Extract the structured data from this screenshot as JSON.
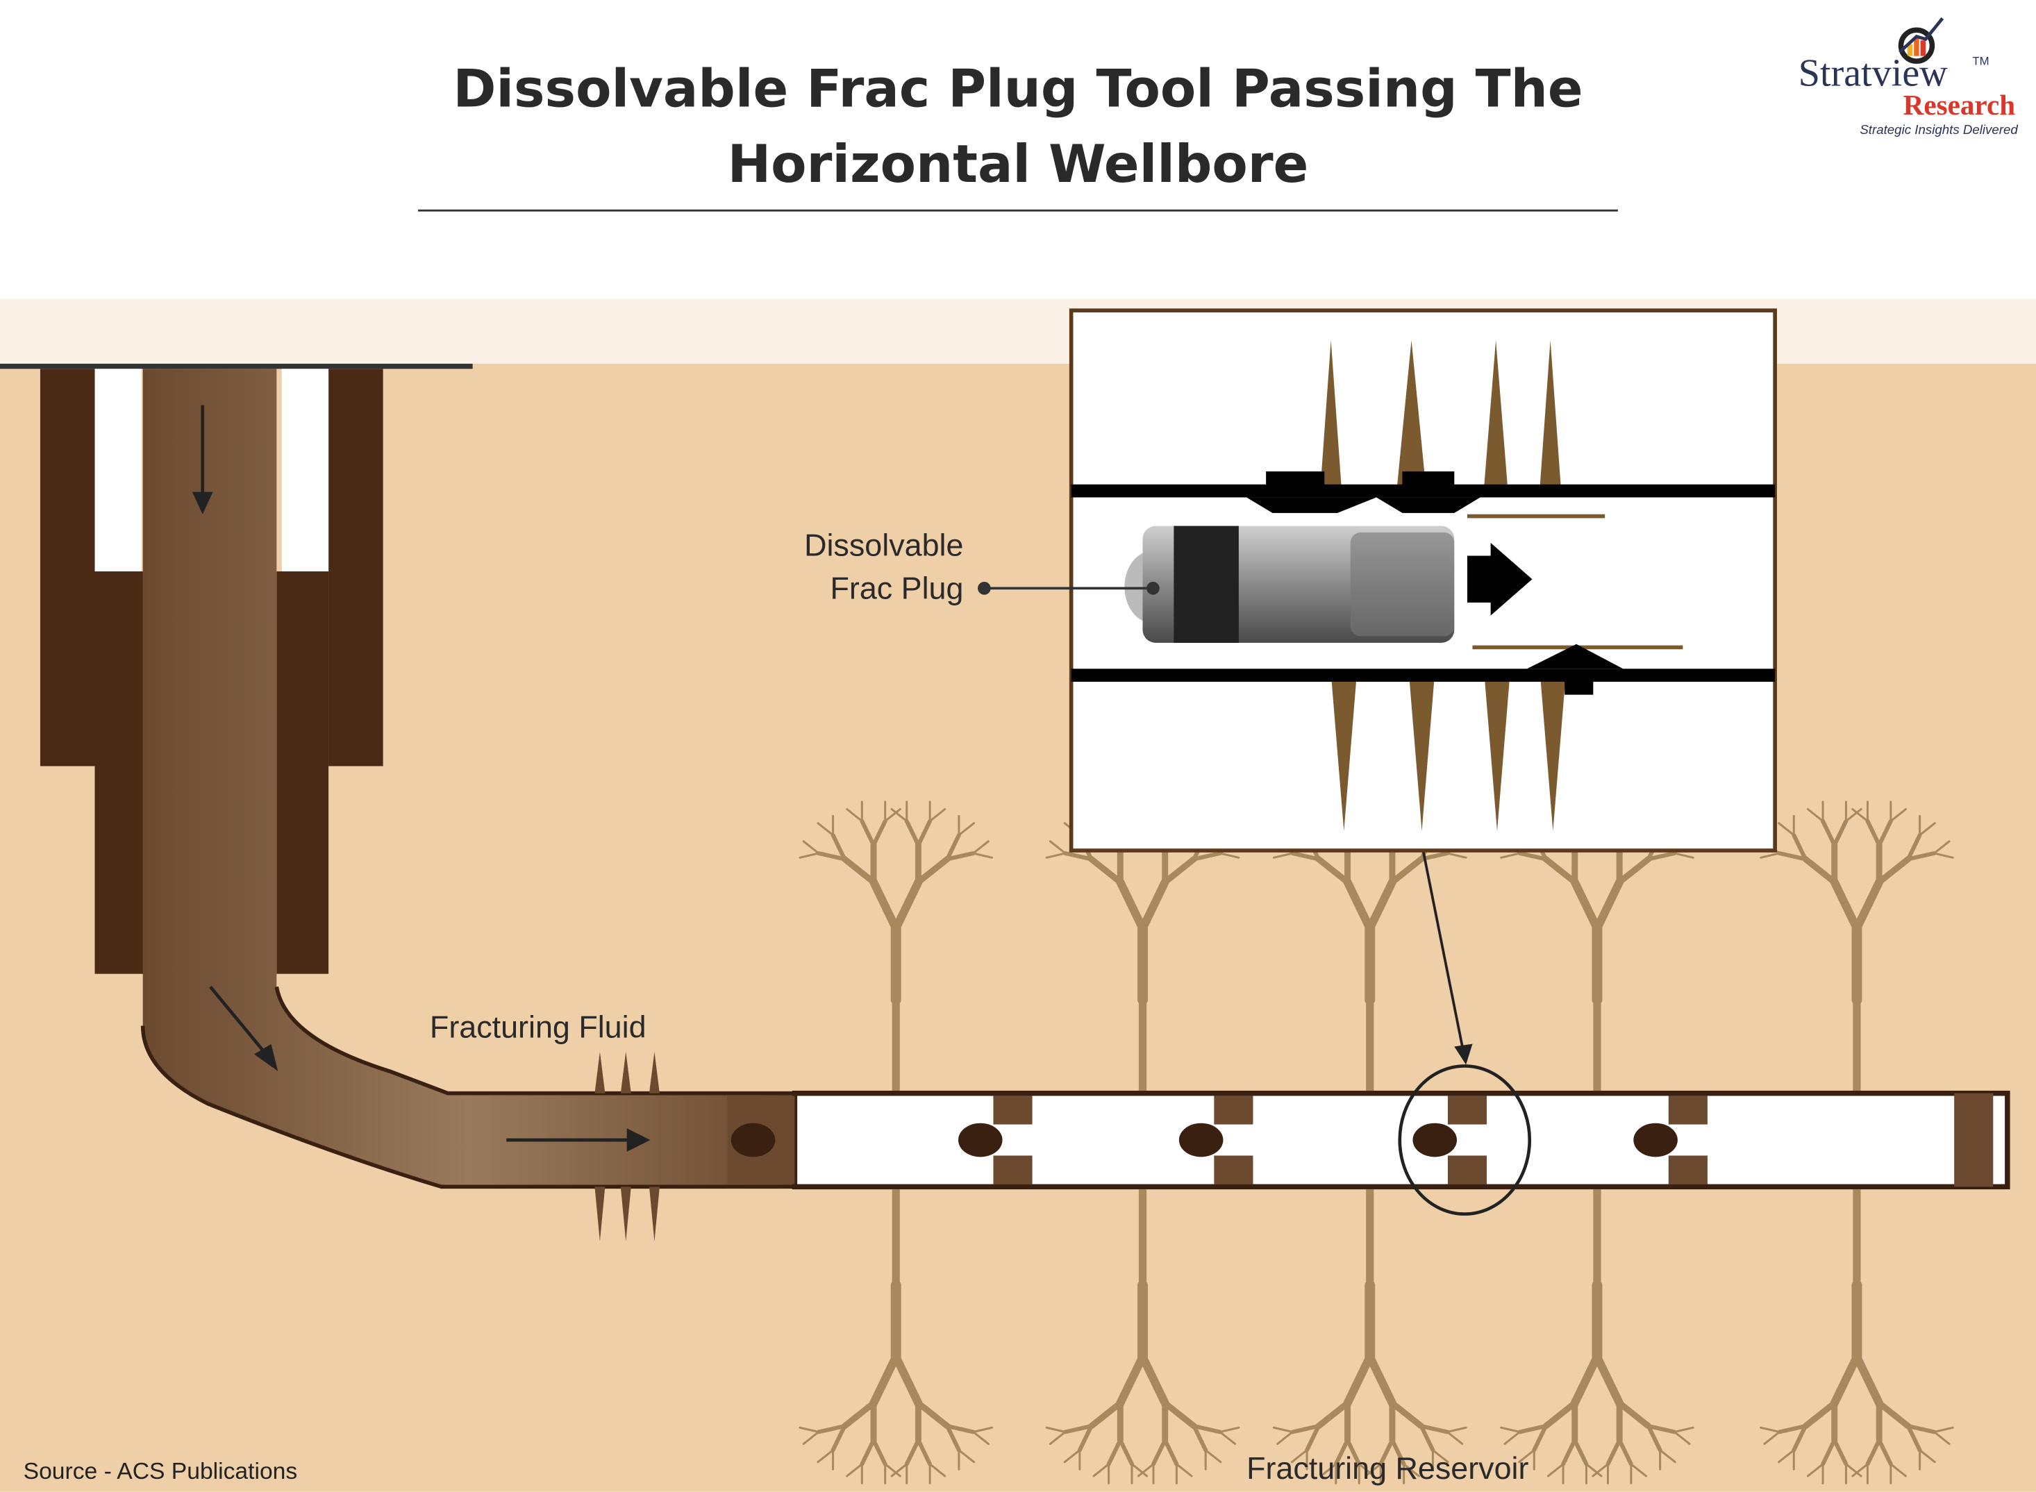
{
  "header": {
    "title_line1": "Dissolvable Frac Plug Tool Passing The",
    "title_line2": "Horizontal Wellbore"
  },
  "logo": {
    "name": "Stratview",
    "trademark": "TM",
    "sub": "Research",
    "tagline": "Strategic Insights Delivered"
  },
  "diagram": {
    "labels": {
      "plug_line1": "Dissolvable",
      "plug_line2": "Frac Plug",
      "fluid": "Fracturing Fluid",
      "reservoir": "Fracturing Reservoir"
    },
    "colors": {
      "ground": "#efcfa8",
      "casing": "#4a2a14",
      "pipe": "#7d5a3e",
      "fracture": "#8c6a3e"
    }
  },
  "footer": {
    "source": "Source - ACS Publications"
  }
}
